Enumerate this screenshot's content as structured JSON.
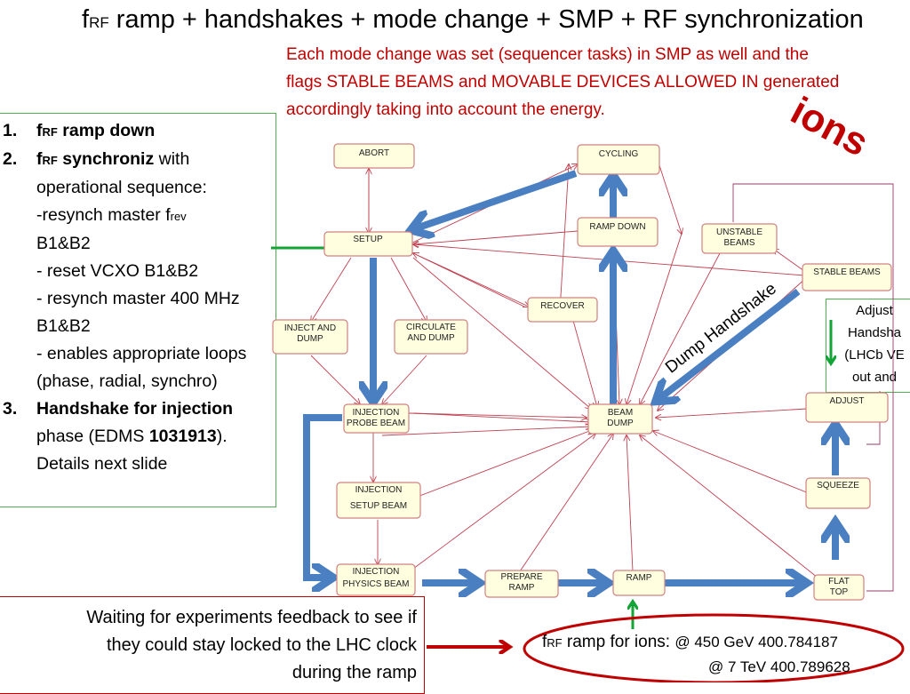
{
  "title": {
    "prefix": "f",
    "sub": "RF",
    "rest": " ramp + handshakes + mode change + SMP + RF synchronization"
  },
  "note": "Each mode change was set (sequencer tasks) in SMP as well and the flags STABLE BEAMS and MOVABLE DEVICES ALLOWED IN generated accordingly taking into account the energy.",
  "ions_label": "ions",
  "left_list": {
    "item1": {
      "num": "1.",
      "f": "f",
      "sub": "RF",
      "text": " ramp down"
    },
    "item2": {
      "num": "2.",
      "f": "f",
      "sub": "RF",
      "bold": " synchroniz",
      "rest": " with operational sequence:",
      "l1a": "-resynch master f",
      "l1sub": "rev",
      "l1b": "B1&B2",
      "l2": "- reset VCXO B1&B2",
      "l3": "- resynch master 400 MHz B1&B2",
      "l4": "- enables appropriate loops (phase, radial, synchro)"
    },
    "item3": {
      "num": "3.",
      "bold": "Handshake for injection",
      "rest": " phase (EDMS ",
      "edms": "1031913",
      "tail": "). Details next slide"
    }
  },
  "right_box": {
    "l1": "Adjust",
    "l2": "Handsha",
    "l3": "(LHCb VE",
    "l4": "out and"
  },
  "bottom_left": {
    "l1": "Waiting for experiments feedback to see if",
    "l2": "they could stay locked to the LHC clock",
    "l3": "during the ramp"
  },
  "freq": {
    "f": "f",
    "sub": "RF",
    "text": " ramp for ions: ",
    "v1": "@ 450 GeV 400.784187",
    "v2": "@ 7 TeV 400.789628"
  },
  "dump_handshake": "Dump Handshake",
  "nodes": {
    "abort": "ABORT",
    "cycling": "CYCLING",
    "setup": "SETUP",
    "ramp_down": "RAMP DOWN",
    "unstable_l1": "UNSTABLE",
    "unstable_l2": "BEAMS",
    "stable": "STABLE BEAMS",
    "recover": "RECOVER",
    "inject_dump_l1": "INJECT AND",
    "inject_dump_l2": "DUMP",
    "circ_dump_l1": "CIRCULATE",
    "circ_dump_l2": "AND DUMP",
    "inj_probe_l1": "INJECTION",
    "inj_probe_l2": "PROBE BEAM",
    "beam_dump_l1": "BEAM",
    "beam_dump_l2": "DUMP",
    "adjust": "ADJUST",
    "inj_setup_l1": "INJECTION",
    "inj_setup_l2": "SETUP BEAM",
    "squeeze": "SQUEEZE",
    "inj_phys_l1": "INJECTION",
    "inj_phys_l2": "PHYSICS BEAM",
    "prepare_l1": "PREPARE",
    "prepare_l2": "RAMP",
    "ramp": "RAMP",
    "flat_l1": "FLAT",
    "flat_l2": "TOP"
  }
}
